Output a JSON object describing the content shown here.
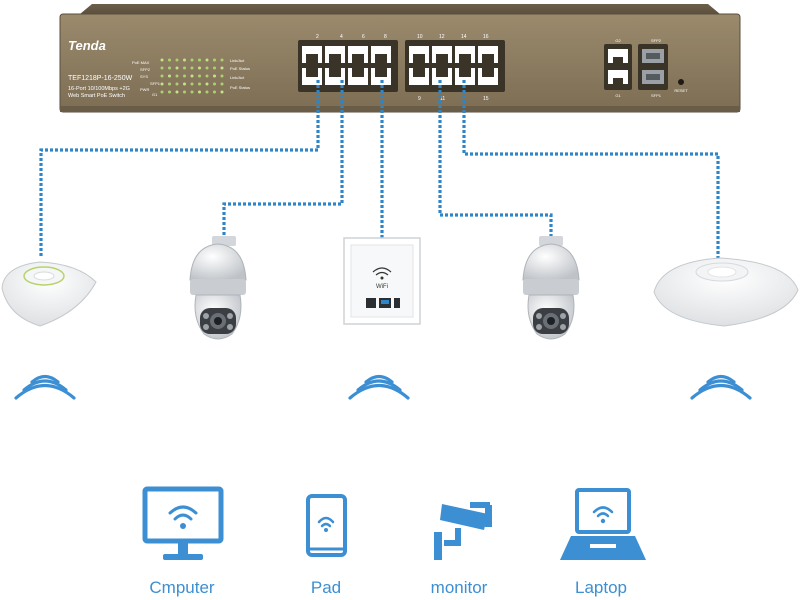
{
  "switch": {
    "brand": "Tenda",
    "model": "TEF1218P-16-250W",
    "description_line1": "16-Port 10/100Mbps +2G",
    "description_line2": "Web Smart PoE Switch",
    "led_labels": [
      "PoE MAX",
      "SFP2",
      "SYS",
      "SFP1",
      "PWR",
      "G1"
    ],
    "status_labels": [
      "Link/Act",
      "PoE Status",
      "Link/Act",
      "PoE Status"
    ],
    "port_numbers_top": [
      "2",
      "4",
      "6",
      "8",
      "10",
      "12",
      "14",
      "16"
    ],
    "port_numbers_bottom": [
      "9",
      "11",
      "15"
    ],
    "uplink_labels": [
      "G2",
      "G1"
    ],
    "sfp_labels": [
      "SFP2",
      "SFP1"
    ],
    "reset_label": "RESET"
  },
  "devices": [
    {
      "name": "access-point-left"
    },
    {
      "name": "ptz-camera-left"
    },
    {
      "name": "wall-plate-ap",
      "label": "WiFi"
    },
    {
      "name": "ptz-camera-right"
    },
    {
      "name": "access-point-right"
    }
  ],
  "clients": [
    {
      "label": "Cmputer",
      "icon": "computer-wifi-icon"
    },
    {
      "label": "Pad",
      "icon": "tablet-wifi-icon"
    },
    {
      "label": "monitor",
      "icon": "cctv-camera-icon"
    },
    {
      "label": "Laptop",
      "icon": "laptop-wifi-icon"
    }
  ],
  "colors": {
    "accent": "#3c8fd2",
    "cable": "#2e86c8",
    "switch_body": "#8a7a5e",
    "switch_dark": "#3a3328"
  }
}
